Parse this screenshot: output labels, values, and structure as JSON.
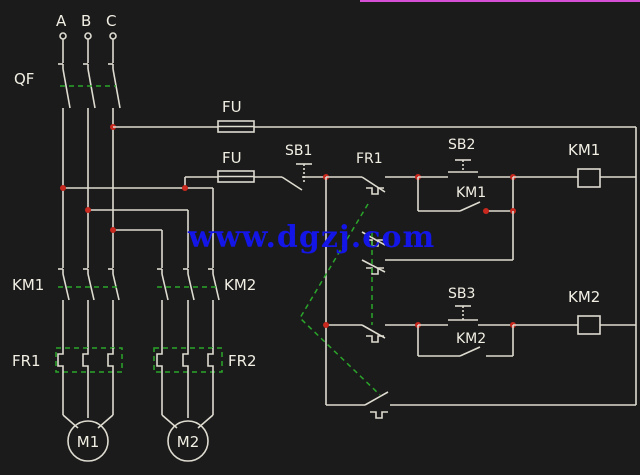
{
  "labels": {
    "phase_a": "A",
    "phase_b": "B",
    "phase_c": "C",
    "breaker": "QF",
    "fuse_1": "FU",
    "fuse_2": "FU",
    "stop_button": "SB1",
    "overload_relay_contact_1": "FR1",
    "start_button_1": "SB2",
    "aux_contact_1": "KM1",
    "coil_1": "KM1",
    "start_button_2": "SB3",
    "aux_contact_2": "KM2",
    "coil_2": "KM2",
    "contactor_1": "KM1",
    "contactor_2": "KM2",
    "thermal_relay_1": "FR1",
    "thermal_relay_2": "FR2",
    "motor_1": "M1",
    "motor_2": "M2",
    "watermark": "www.dgzj.com"
  },
  "colors": {
    "background": "#1b1b1b",
    "wire": "#dedbd0",
    "mechanical_link": "#2aa62a",
    "junction": "#c8281e",
    "watermark": "#1416e8"
  }
}
